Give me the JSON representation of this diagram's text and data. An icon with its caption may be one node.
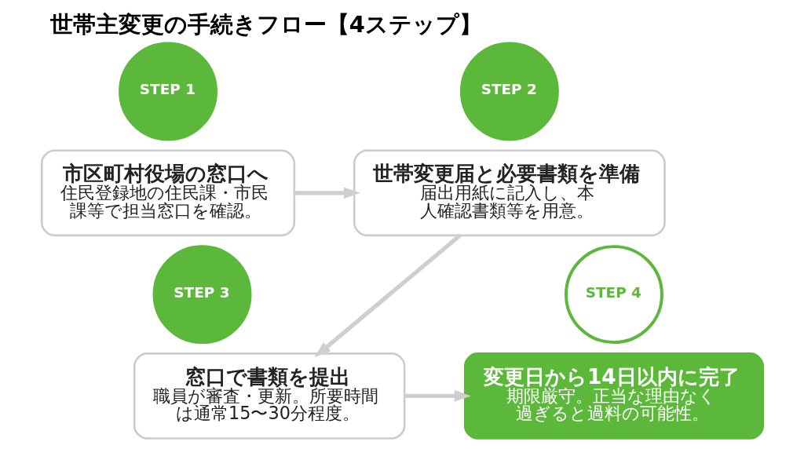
{
  "diagram": {
    "title": "世帯主変更の手続きフロー【4ステップ】",
    "nodes": [
      {
        "text": [
          "STEP 1"
        ]
      },
      {
        "text": [
          "市区町村役場の窓口へ",
          "住民登録地の住民課・市民課等で担当窓口を確認。"
        ]
      },
      {
        "text": [
          "STEP 2"
        ]
      },
      {
        "text": [
          "世帯変更届と必要書類を準備",
          "届出用紙に記入し、本人確認書類等を用意。"
        ]
      },
      {
        "text": [
          "STEP 3"
        ]
      },
      {
        "text": [
          "窓口で書類を提出",
          "職員が審査・更新。所要時間は通常15〜30分程度。"
        ]
      },
      {
        "text": [
          "STEP 4"
        ]
      },
      {
        "text": [
          "変更日から14日以内に完了",
          "期限厳守。正当な理由なく過ぎると過料の可能性。"
        ]
      }
    ],
    "edges": [
      {
        "from": 1,
        "to": 3,
        "arrow": "to"
      },
      {
        "from": 3,
        "to": 5,
        "arrow": "to"
      },
      {
        "from": 5,
        "to": 7,
        "arrow": "to"
      }
    ]
  }
}
